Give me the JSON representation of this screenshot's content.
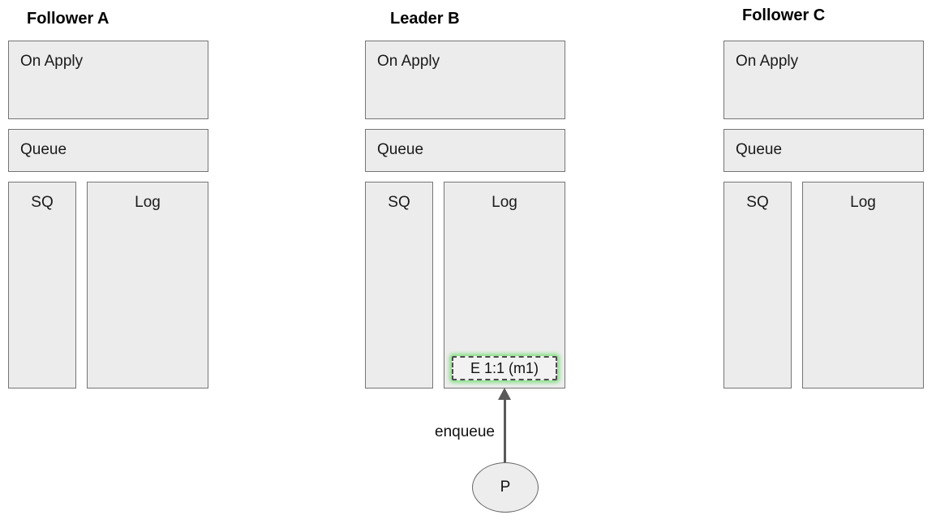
{
  "nodes": [
    {
      "title": "Follower A",
      "role": "follower",
      "boxes": {
        "on_apply": "On Apply",
        "queue": "Queue",
        "sq": "SQ",
        "log": "Log"
      },
      "log_entries": []
    },
    {
      "title": "Leader B",
      "role": "leader",
      "boxes": {
        "on_apply": "On Apply",
        "queue": "Queue",
        "sq": "SQ",
        "log": "Log"
      },
      "log_entries": [
        {
          "label": "E 1:1 (m1)",
          "highlighted": true
        }
      ]
    },
    {
      "title": "Follower C",
      "role": "follower",
      "boxes": {
        "on_apply": "On Apply",
        "queue": "Queue",
        "sq": "SQ",
        "log": "Log"
      },
      "log_entries": []
    }
  ],
  "edge": {
    "label": "enqueue"
  },
  "producer": {
    "label": "P"
  },
  "colors": {
    "box_fill": "#ececec",
    "box_border": "#757575",
    "entry_fill": "#f2f2f2",
    "entry_border": "#4d4d4d",
    "highlight_glow": "#8ae08a",
    "arrow": "#595959",
    "text": "#111111"
  }
}
